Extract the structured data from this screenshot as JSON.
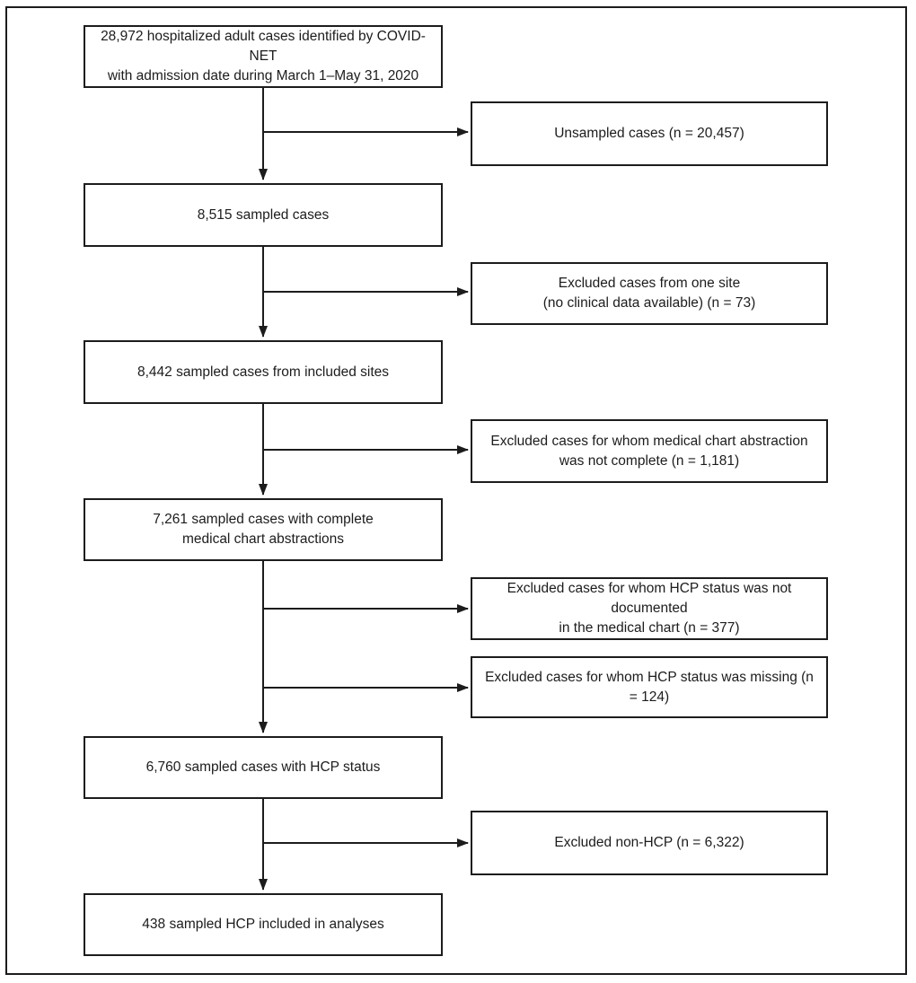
{
  "page": {
    "background_color": "#ffffff",
    "line_color": "#1c1c1c",
    "text_color": "#1c1c1c"
  },
  "flowchart": {
    "steps": [
      {
        "n": "28,972",
        "text": "28,972 hospitalized adult cases identified by COVID-NET\nwith admission date during March 1–May 31, 2020"
      },
      {
        "n": "8,515",
        "text": "8,515 sampled cases"
      },
      {
        "n": "8,442",
        "text": "8,442 sampled cases from included sites"
      },
      {
        "n": "7,261",
        "text": "7,261 sampled cases with complete\nmedical chart abstractions"
      },
      {
        "n": "6,760",
        "text": "6,760 sampled cases with HCP status"
      },
      {
        "n": "438",
        "text": "438 sampled HCP included in analyses"
      }
    ],
    "exclusions": [
      {
        "n": "20,457",
        "text": "Unsampled cases (n = 20,457)"
      },
      {
        "n": "73",
        "text": "Excluded cases from one site\n(no clinical data available) (n = 73)"
      },
      {
        "n": "1,181",
        "text": "Excluded cases for whom medical chart abstraction\nwas not complete (n = 1,181)"
      },
      {
        "n": "377",
        "text": "Excluded cases for whom HCP status was not documented\nin the medical chart (n = 377)"
      },
      {
        "n": "124",
        "text": "Excluded cases for whom HCP status was missing (n = 124)"
      },
      {
        "n": "6,322",
        "text": "Excluded non-HCP (n = 6,322)"
      }
    ]
  }
}
